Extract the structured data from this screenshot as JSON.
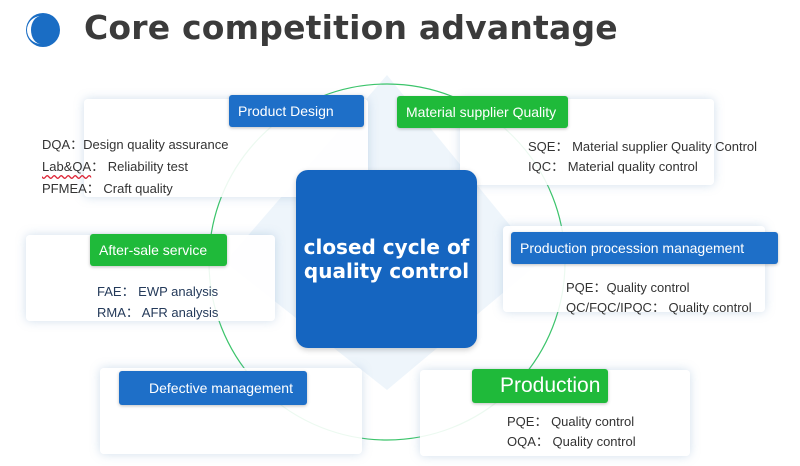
{
  "title": "Core competition advantage",
  "center": {
    "line1": "closed cycle of",
    "line2": "quality control"
  },
  "nodes": {
    "product_design": {
      "label": "Product Design",
      "items": [
        "DQA：Design quality assurance",
        "Lab&QA：  Reliability test",
        "PFMEA：  Craft quality"
      ]
    },
    "material_supplier": {
      "label": "Material supplier Quality",
      "items": [
        "SQE：  Material supplier Quality Control",
        "IQC：  Material quality control"
      ]
    },
    "after_sale": {
      "label": "After-sale service",
      "items": [
        "FAE：  EWP analysis",
        "RMA：  AFR analysis"
      ]
    },
    "production_procession": {
      "label": "Production procession management",
      "items": [
        "PQE：Quality control",
        "QC/FQC/IPQC：  Quality control"
      ]
    },
    "defective": {
      "label": "Defective management"
    },
    "production": {
      "label": "Production",
      "items": [
        "PQE：  Quality control",
        "OQA：  Quality control"
      ]
    }
  },
  "colors": {
    "blue": "#1e6fc8",
    "green": "#1fba3a",
    "center": "#1565c0",
    "circle": "#3cc46b",
    "title": "#3b3b3b"
  }
}
